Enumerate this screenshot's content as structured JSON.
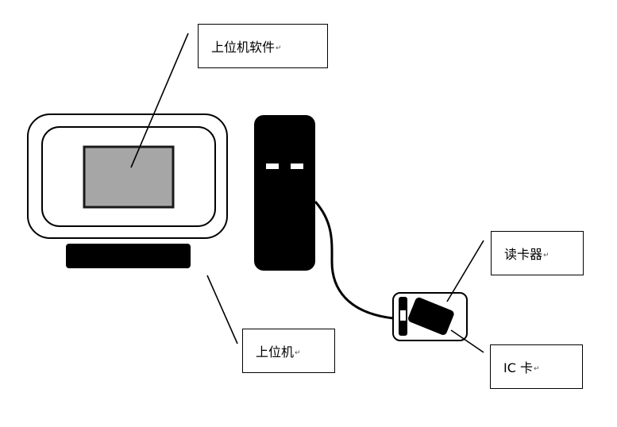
{
  "labels": {
    "software": "上位机软件",
    "host": "上位机",
    "reader": "读卡器",
    "card": "IC 卡",
    "return_mark": "↵"
  },
  "colors": {
    "stroke": "#000000",
    "screen_fill": "#a6a6a6",
    "device_fill": "#000000",
    "background": "#ffffff"
  }
}
